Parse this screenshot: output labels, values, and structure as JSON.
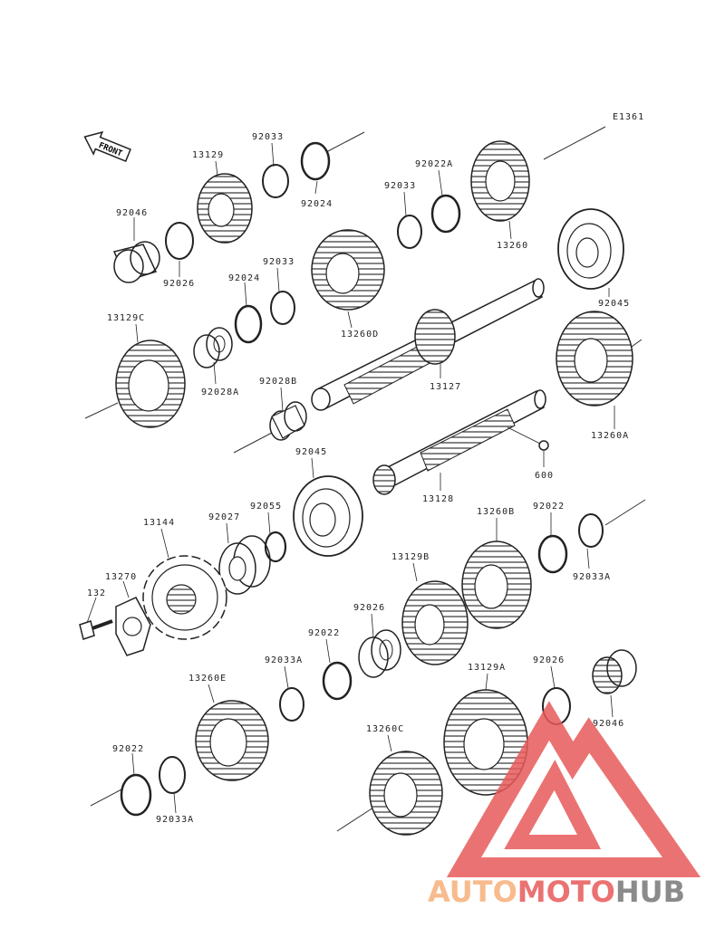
{
  "diagram": {
    "code": "E1361",
    "front_label": "FRONT",
    "labels": {
      "p13129": "13129",
      "p92033_top": "92033",
      "p92024_top": "92024",
      "p92046_top": "92046",
      "p92026_top": "92026",
      "p92022A": "92022A",
      "p92033_mid": "92033",
      "p13260": "13260",
      "p92033_b": "92033",
      "p92024_b": "92024",
      "p13260D": "13260D",
      "p92045_r": "92045",
      "p13129C": "13129C",
      "p92028A": "92028A",
      "p13127": "13127",
      "p92028B": "92028B",
      "p13260A": "13260A",
      "p600": "600",
      "p13128": "13128",
      "p92045_c": "92045",
      "p92027": "92027",
      "p92055": "92055",
      "p13144": "13144",
      "p13260B": "13260B",
      "p92022_r": "92022",
      "p92033A_r": "92033A",
      "p13270": "13270",
      "p132": "132",
      "p13129B": "13129B",
      "p92026_b": "92026",
      "p92022_b": "92022",
      "p92033A_b": "92033A",
      "p13260E": "13260E",
      "p13129A": "13129A",
      "p92026_br": "92026",
      "p92046_br": "92046",
      "p13260C": "13260C",
      "p92022_l": "92022",
      "p92033A_l": "92033A"
    }
  },
  "watermark": {
    "part1": "AUTO",
    "part2": "MOTO",
    "part3": "HUB",
    "color_light": "#f6b07a",
    "color_red": "#e85a5a",
    "color_dark": "#777777"
  }
}
